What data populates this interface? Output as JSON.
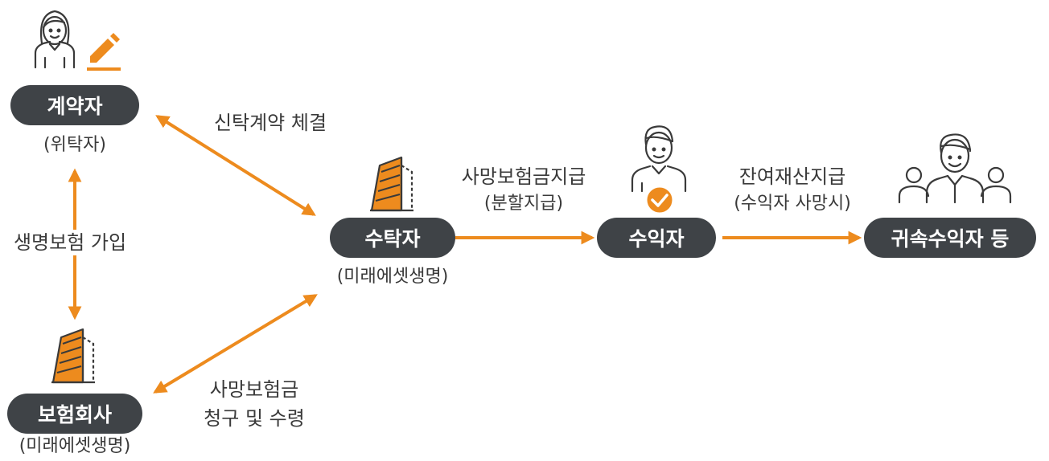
{
  "colors": {
    "accent": "#ED8B1E",
    "pill_bg": "#3F4347",
    "text": "#3A3A3A",
    "icon_stroke": "#3A3A3A"
  },
  "nodes": {
    "contractor": {
      "label": "계약자",
      "sub": "(위탁자)",
      "icons": [
        "woman-person-icon",
        "pencil-icon"
      ]
    },
    "insurer": {
      "label": "보험회사",
      "sub": "(미래에셋생명)",
      "icons": [
        "building-icon"
      ]
    },
    "trustee": {
      "label": "수탁자",
      "sub": "(미래에셋생명)",
      "icons": [
        "building-icon"
      ]
    },
    "beneficiary": {
      "label": "수익자",
      "icons": [
        "man-person-icon",
        "check-badge-icon"
      ]
    },
    "residual": {
      "label": "귀속수익자 등",
      "icons": [
        "group-people-icon"
      ]
    }
  },
  "edges": {
    "contract": {
      "label": "신탁계약 체결"
    },
    "insurance_join": {
      "label": "생명보험 가입"
    },
    "claim": {
      "line1": "사망보험금",
      "line2": "청구 및 수령"
    },
    "payout": {
      "line1": "사망보험금지급",
      "line2": "(분할지급)"
    },
    "residual_payout": {
      "line1": "잔여재산지급",
      "line2": "(수익자 사망시)"
    }
  }
}
